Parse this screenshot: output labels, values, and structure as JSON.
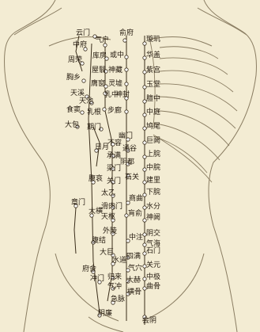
{
  "colors": {
    "background": "#f3ecd3",
    "outline": "#8a7d62",
    "meridian": "#3a2d1a",
    "point_fill": "#ffffff",
    "label": "#241a0f"
  },
  "labels": {
    "yunmen": "云门",
    "qihu": "气户",
    "zhongfu": "中府",
    "shufu": "俞府",
    "xuanji": "璇玑",
    "zhouying": "周荣",
    "kufang": "库房",
    "yuzhong": "或中",
    "huagai": "华盖",
    "wuyi": "屋翳",
    "shencang": "神藏",
    "zigong": "紫宫",
    "xiongxiang": "胸乡",
    "yingchuang": "膺窗",
    "lingxu": "灵墟",
    "yutang": "玉堂",
    "tianxi": "天溪",
    "ruzhong": "乳中",
    "tianchi": "天池",
    "shenfeng": "神封",
    "shizhong": "食窦",
    "rugen": "乳根",
    "bulang": "步廊",
    "danzhong": "膻中",
    "zhongting": "中庭",
    "dabao": "大包",
    "qimen": "期门",
    "jiuwei": "鸠尾",
    "youmen": "幽门",
    "burong": "不容",
    "tonggu": "通谷",
    "jujue": "巨阙",
    "riyue": "日月",
    "chengman": "承满",
    "yindu": "阴都",
    "shangwan": "上脘",
    "liangmen": "梁门",
    "shiguan": "石关",
    "zhongwan": "中脘",
    "guanmen": "关门",
    "jianli": "建里",
    "fuai": "腹哀",
    "taiyi": "太乙",
    "shangqu": "商曲",
    "xiawan": "下脘",
    "zhangmen": "章门",
    "huaroumen": "滑肉门",
    "shuifen": "水分",
    "daheng": "大横",
    "tianshu": "天枢",
    "huangshu": "肓俞",
    "shenque": "神阙",
    "wailing": "外陵",
    "yinjiao": "阴交",
    "fujie": "腹结",
    "zhongzhu": "中注",
    "qihai": "气海",
    "daju": "大巨",
    "siman": "四满",
    "shimen": "石门",
    "shuidao": "水道",
    "qixue": "气穴",
    "guanyuan": "关元",
    "fushe": "府舍",
    "guilai": "归来",
    "dahe": "大赫",
    "zhongji": "中极",
    "chongmen": "冲门",
    "qichong": "气冲",
    "henggu": "横骨",
    "qugu": "曲骨",
    "jimai": "急脉",
    "yinlian": "阴廉",
    "huiyin": "会阴"
  }
}
